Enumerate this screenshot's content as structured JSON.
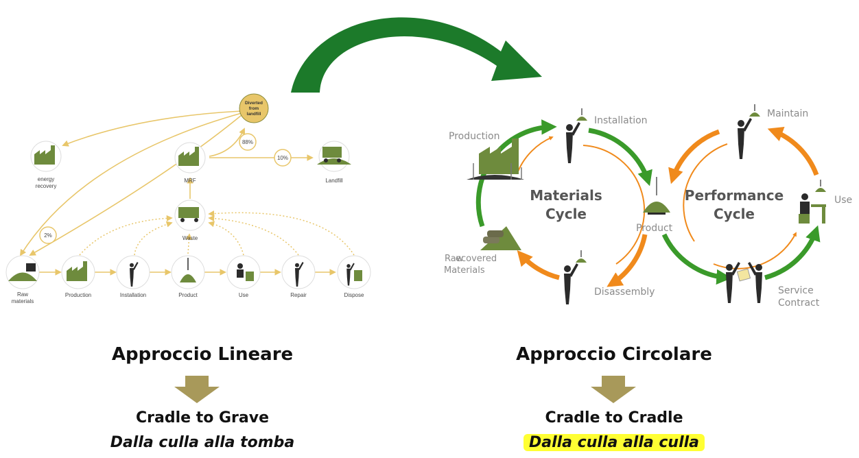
{
  "colors": {
    "linear_yellow": "#e8c66a",
    "icon_green": "#6e8b3d",
    "icon_dark": "#2b2b2b",
    "cycle_green": "#3a9a2a",
    "cycle_orange": "#f08a1c",
    "big_arrow_green": "#1c7a2a",
    "down_arrow_khaki": "#a8995a",
    "highlight_yellow": "#ffff33"
  },
  "linear_diagram": {
    "nodes": [
      "Raw materials",
      "Production",
      "Installation",
      "Product",
      "Use",
      "Repair",
      "Dispose"
    ],
    "waste": "Waste",
    "mrf": "MRF",
    "landfill": "Landfill",
    "energy_recovery": "energy recovery",
    "diverted": "Diverted from landfill",
    "pct_diverted": "88%",
    "pct_landfill": "10%",
    "pct_energy": "2%"
  },
  "circular_diagram": {
    "production": "Production",
    "installation": "Installation",
    "materials_cycle": "Materials Cycle",
    "product": "Product",
    "recovered_materials": "Recovered Materials",
    "raw_overlay": "Raw",
    "disassembly": "Disassembly",
    "maintain": "Maintain",
    "performance_cycle": "Performance Cycle",
    "use": "Use",
    "service_contract": "Service Contract"
  },
  "captions": {
    "left_title": "Approccio Lineare",
    "left_sub": "Cradle to Grave",
    "left_italic": "Dalla culla alla tomba",
    "right_title": "Approccio Circolare",
    "right_sub": "Cradle to Cradle",
    "right_italic": "Dalla culla alla culla"
  }
}
